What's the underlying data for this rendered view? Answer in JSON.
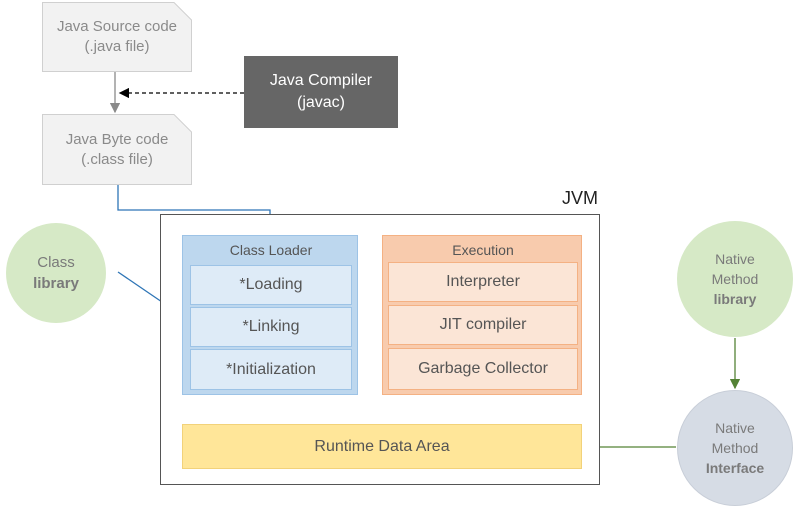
{
  "source_doc": {
    "line1": "Java Source code",
    "line2": "(.java file)"
  },
  "compiler": {
    "line1": "Java Compiler",
    "line2": "(javac)"
  },
  "bytecode_doc": {
    "line1": "Java Byte code",
    "line2": "(.class file)"
  },
  "jvm_label": "JVM",
  "class_library": {
    "line1": "Class",
    "line2": "library"
  },
  "class_loader": {
    "title": "Class Loader",
    "items": [
      "*Loading",
      "*Linking",
      "*Initialization"
    ]
  },
  "execution": {
    "title": "Execution",
    "items": [
      "Interpreter",
      "JIT compiler",
      "Garbage Collector"
    ]
  },
  "runtime_data_area": "Runtime Data Area",
  "native_method_library": {
    "line1": "Native",
    "line2": "Method",
    "line3": "library"
  },
  "native_method_interface": {
    "line1": "Native",
    "line2": "Method",
    "line3": "Interface"
  },
  "colors": {
    "doc_fill": "#f2f2f2",
    "compiler_fill": "#666666",
    "class_loader_fill": "#bdd7ee",
    "class_loader_item_fill": "#deebf7",
    "execution_fill": "#f8cbad",
    "execution_item_fill": "#fbe5d6",
    "runtime_fill": "#ffe699",
    "class_library_fill": "#d6e9c6",
    "native_library_fill": "#d6e9c6",
    "native_interface_fill": "#d6dce5",
    "blue_arrow": "#2e75b6",
    "green_arrow": "#548235"
  }
}
